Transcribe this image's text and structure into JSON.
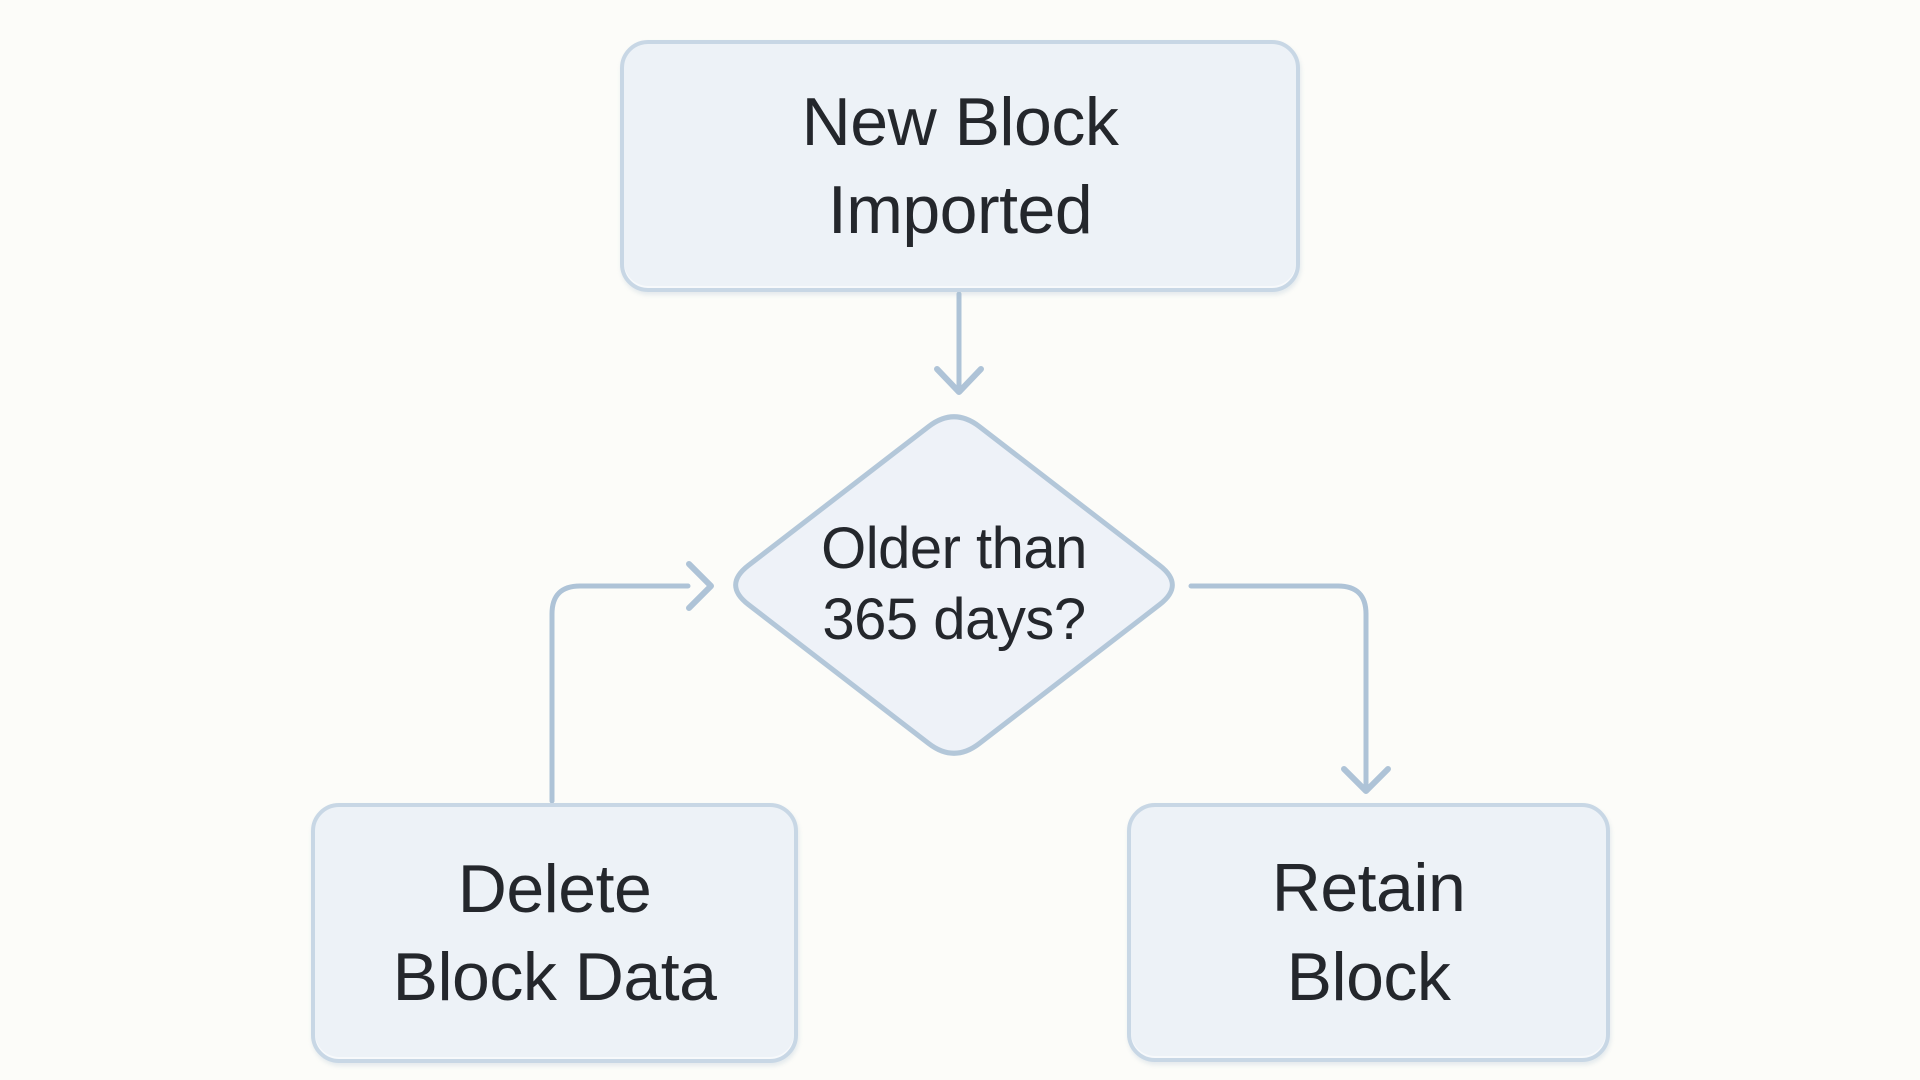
{
  "theme": {
    "background": "#fcfcf9",
    "node_fill": "#edf2f7",
    "node_border": "#c8d7e5",
    "diamond_fill": "#eef2f8",
    "diamond_border": "#b3c7d9",
    "connector": "#aec3d7",
    "text": "#24272c"
  },
  "nodes": {
    "new_block": {
      "line1": "New Block",
      "line2": "Imported",
      "shape": "rounded-rectangle"
    },
    "decision": {
      "line1": "Older than",
      "line2": "365 days?",
      "shape": "diamond"
    },
    "delete": {
      "line1": "Delete",
      "line2": "Block Data",
      "shape": "rounded-rectangle"
    },
    "retain": {
      "line1": "Retain",
      "line2": "Block",
      "shape": "rounded-rectangle"
    }
  },
  "edges": [
    {
      "from": "new_block",
      "to": "decision",
      "style": "arrow-down"
    },
    {
      "from": "delete",
      "to": "decision",
      "style": "elbow-up-right-arrow"
    },
    {
      "from": "decision",
      "to": "retain",
      "style": "elbow-right-down-arrow"
    }
  ]
}
